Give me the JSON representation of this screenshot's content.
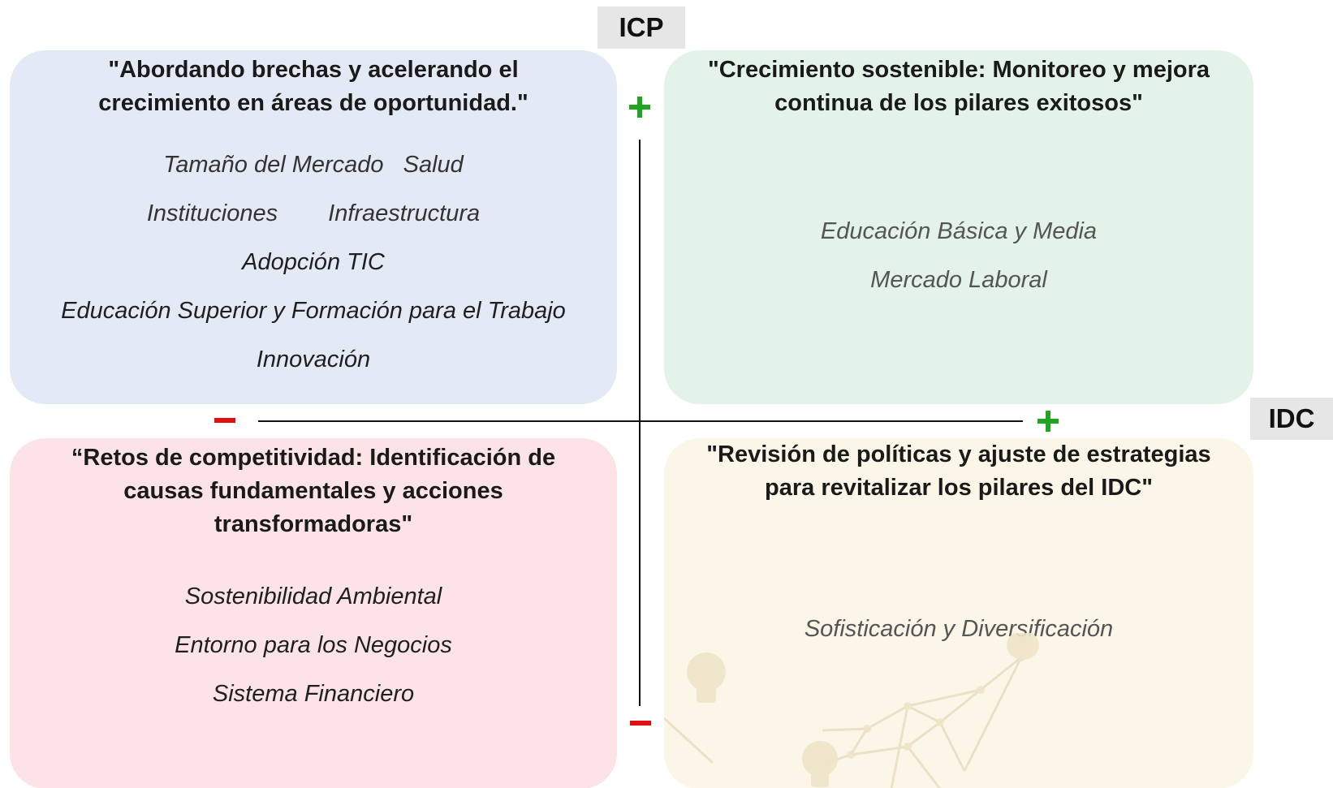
{
  "axes": {
    "vertical_label": "ICP",
    "horizontal_label": "IDC"
  },
  "quadrants": {
    "top_left": {
      "title": "\"Abordando brechas y acelerando el\ncrecimiento en áreas de oportunidad.\"",
      "items": [
        "Tamaño del Mercado",
        "Salud",
        "Instituciones",
        "Infraestructura",
        "Adopción TIC",
        "Educación Superior y Formación para el Trabajo",
        "Innovación"
      ]
    },
    "top_right": {
      "title": "\"Crecimiento sostenible: Monitoreo y mejora\ncontinua de los pilares exitosos\"",
      "items": [
        "Educación Básica y Media",
        "Mercado Laboral"
      ]
    },
    "bottom_left": {
      "title": "“Retos de competitividad: Identificación de\ncausas fundamentales y acciones\ntransformadoras\"",
      "items": [
        "Sostenibilidad Ambiental",
        "Entorno para los Negocios",
        "Sistema Financiero"
      ]
    },
    "bottom_right": {
      "title": "\"Revisión de políticas y ajuste de estrategias\npara revitalizar los pilares del IDC\"",
      "items": [
        "Sofisticación y Diversificación"
      ]
    }
  },
  "colors": {
    "top_left_bg": "#e4eaf5",
    "top_right_bg": "#e3f3e8",
    "bottom_left_bg": "#fbe3e6",
    "bottom_right_bg": "#fbf6e7",
    "plus_sign": "#1fa51f",
    "minus_sign": "#e01010"
  }
}
